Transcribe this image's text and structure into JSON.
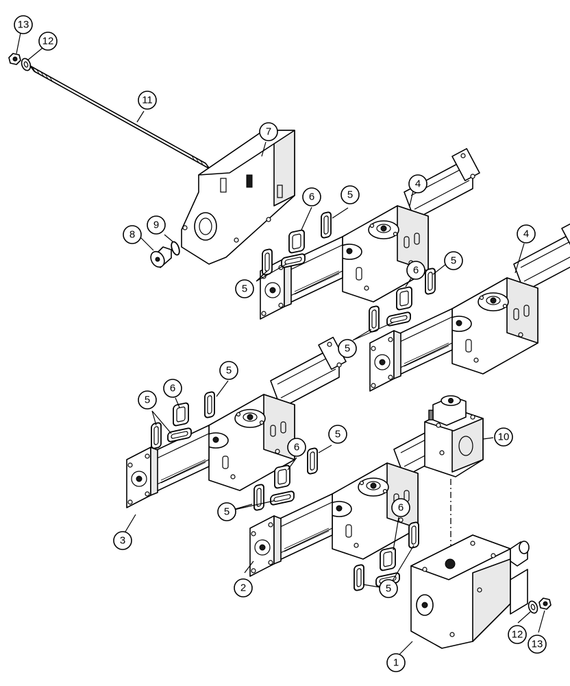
{
  "callouts": [
    {
      "id": "c13a",
      "label": "13"
    },
    {
      "id": "c12a",
      "label": "12"
    },
    {
      "id": "c11",
      "label": "11"
    },
    {
      "id": "c7",
      "label": "7"
    },
    {
      "id": "c4a",
      "label": "4"
    },
    {
      "id": "c6a",
      "label": "6"
    },
    {
      "id": "c5a",
      "label": "5"
    },
    {
      "id": "c8",
      "label": "8"
    },
    {
      "id": "c9",
      "label": "9"
    },
    {
      "id": "c5b",
      "label": "5"
    },
    {
      "id": "c4b",
      "label": "4"
    },
    {
      "id": "c6b",
      "label": "6"
    },
    {
      "id": "c5c",
      "label": "5"
    },
    {
      "id": "c5d",
      "label": "5"
    },
    {
      "id": "c5e",
      "label": "5"
    },
    {
      "id": "c6c",
      "label": "6"
    },
    {
      "id": "c5f",
      "label": "5"
    },
    {
      "id": "c10",
      "label": "10"
    },
    {
      "id": "c6d",
      "label": "6"
    },
    {
      "id": "c5g",
      "label": "5"
    },
    {
      "id": "c3",
      "label": "3"
    },
    {
      "id": "c5h",
      "label": "5"
    },
    {
      "id": "c6e",
      "label": "6"
    },
    {
      "id": "c2",
      "label": "2"
    },
    {
      "id": "c5i",
      "label": "5"
    },
    {
      "id": "c12b",
      "label": "12"
    },
    {
      "id": "c13b",
      "label": "13"
    },
    {
      "id": "c1",
      "label": "1"
    }
  ]
}
